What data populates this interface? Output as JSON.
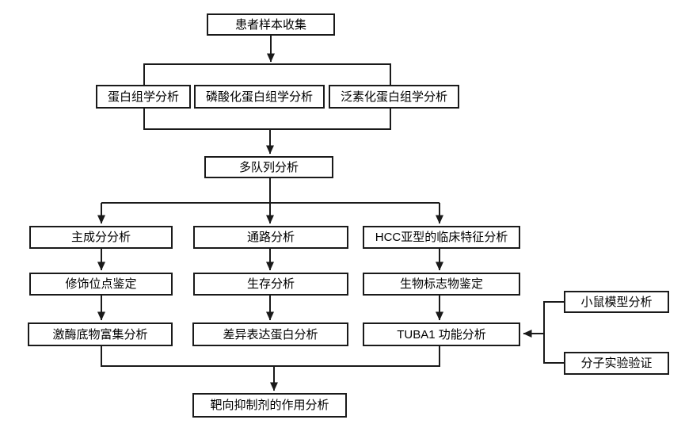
{
  "diagram": {
    "type": "flowchart",
    "colors": {
      "line": "#1a1a1a",
      "box_border": "#1a1a1a",
      "box_fill": "#ffffff",
      "text": "#000000",
      "background": "#ffffff"
    },
    "nodes": {
      "patient_sample": "患者样本收集",
      "proteomics": "蛋白组学分析",
      "phosphoproteomics": "磷酸化蛋白组学分析",
      "ubiquitylomics": "泛素化蛋白组学分析",
      "multi_cohort": "多队列分析",
      "pca": "主成分分析",
      "pathway": "通路分析",
      "hcc_clinical": "HCC亚型的临床特征分析",
      "mod_site": "修饰位点鉴定",
      "survival": "生存分析",
      "biomarker": "生物标志物鉴定",
      "ksea": "激酶底物富集分析",
      "dep": "差异表达蛋白分析",
      "tuba1": "TUBA1 功能分析",
      "mouse_model": "小鼠模型分析",
      "molecular_validation": "分子实验验证",
      "inhibitor": "靶向抑制剂的作用分析"
    },
    "edges": [
      {
        "from": "patient_sample",
        "to": "omics_group"
      },
      {
        "from": "omics_group",
        "to": "multi_cohort"
      },
      {
        "from": "multi_cohort",
        "to": "pca"
      },
      {
        "from": "multi_cohort",
        "to": "pathway"
      },
      {
        "from": "multi_cohort",
        "to": "hcc_clinical"
      },
      {
        "from": "pca",
        "to": "mod_site"
      },
      {
        "from": "mod_site",
        "to": "ksea"
      },
      {
        "from": "pathway",
        "to": "survival"
      },
      {
        "from": "survival",
        "to": "dep"
      },
      {
        "from": "hcc_clinical",
        "to": "biomarker"
      },
      {
        "from": "biomarker",
        "to": "tuba1"
      },
      {
        "from": "ksea",
        "to": "inhibitor"
      },
      {
        "from": "tuba1",
        "to": "inhibitor"
      },
      {
        "from": "mouse_model",
        "to": "tuba1"
      },
      {
        "from": "molecular_validation",
        "to": "tuba1"
      }
    ]
  }
}
